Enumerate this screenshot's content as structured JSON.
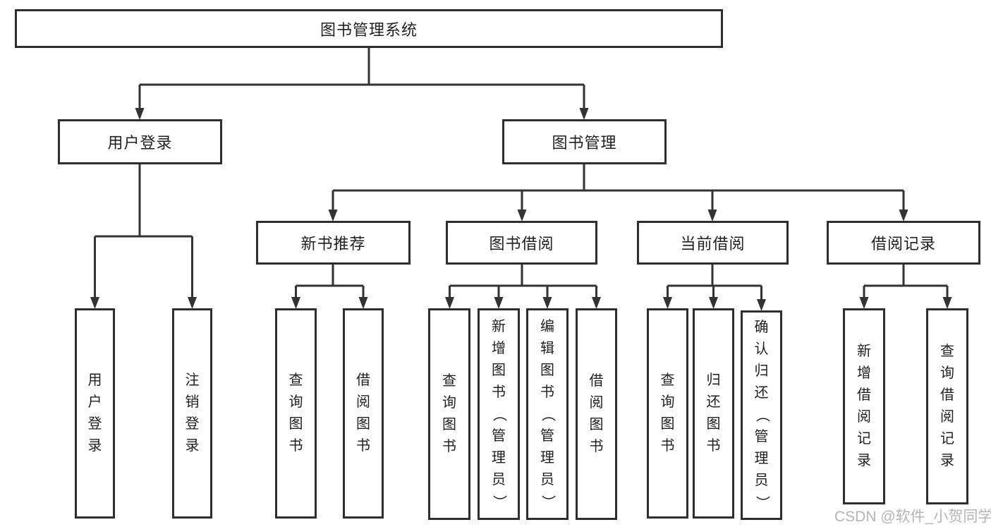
{
  "tree": {
    "root": {
      "label": "图书管理系统"
    },
    "branches": [
      {
        "label": "用户登录",
        "children": [
          {
            "label": "用户登录"
          },
          {
            "label": "注销登录"
          }
        ]
      },
      {
        "label": "图书管理",
        "children": [
          {
            "label": "新书推荐",
            "children": [
              {
                "label": "查询图书"
              },
              {
                "label": "借阅图书"
              }
            ]
          },
          {
            "label": "图书借阅",
            "children": [
              {
                "label": "查询图书"
              },
              {
                "label": "新增图书（管理员）"
              },
              {
                "label": "编辑图书（管理员）"
              },
              {
                "label": "借阅图书"
              }
            ]
          },
          {
            "label": "当前借阅",
            "children": [
              {
                "label": "查询图书"
              },
              {
                "label": "归还图书"
              },
              {
                "label": "确认归还（管理员）"
              }
            ]
          },
          {
            "label": "借阅记录",
            "children": [
              {
                "label": "新增借阅记录"
              },
              {
                "label": "查询借阅记录"
              }
            ]
          }
        ]
      }
    ]
  },
  "watermark": "CSDN @软件_小贺同学",
  "colors": {
    "line": "#333333",
    "box_border": "#2e2e2e",
    "text": "#1f1f1f",
    "watermark_text": "#b5b5b5",
    "background": "#ffffff"
  }
}
